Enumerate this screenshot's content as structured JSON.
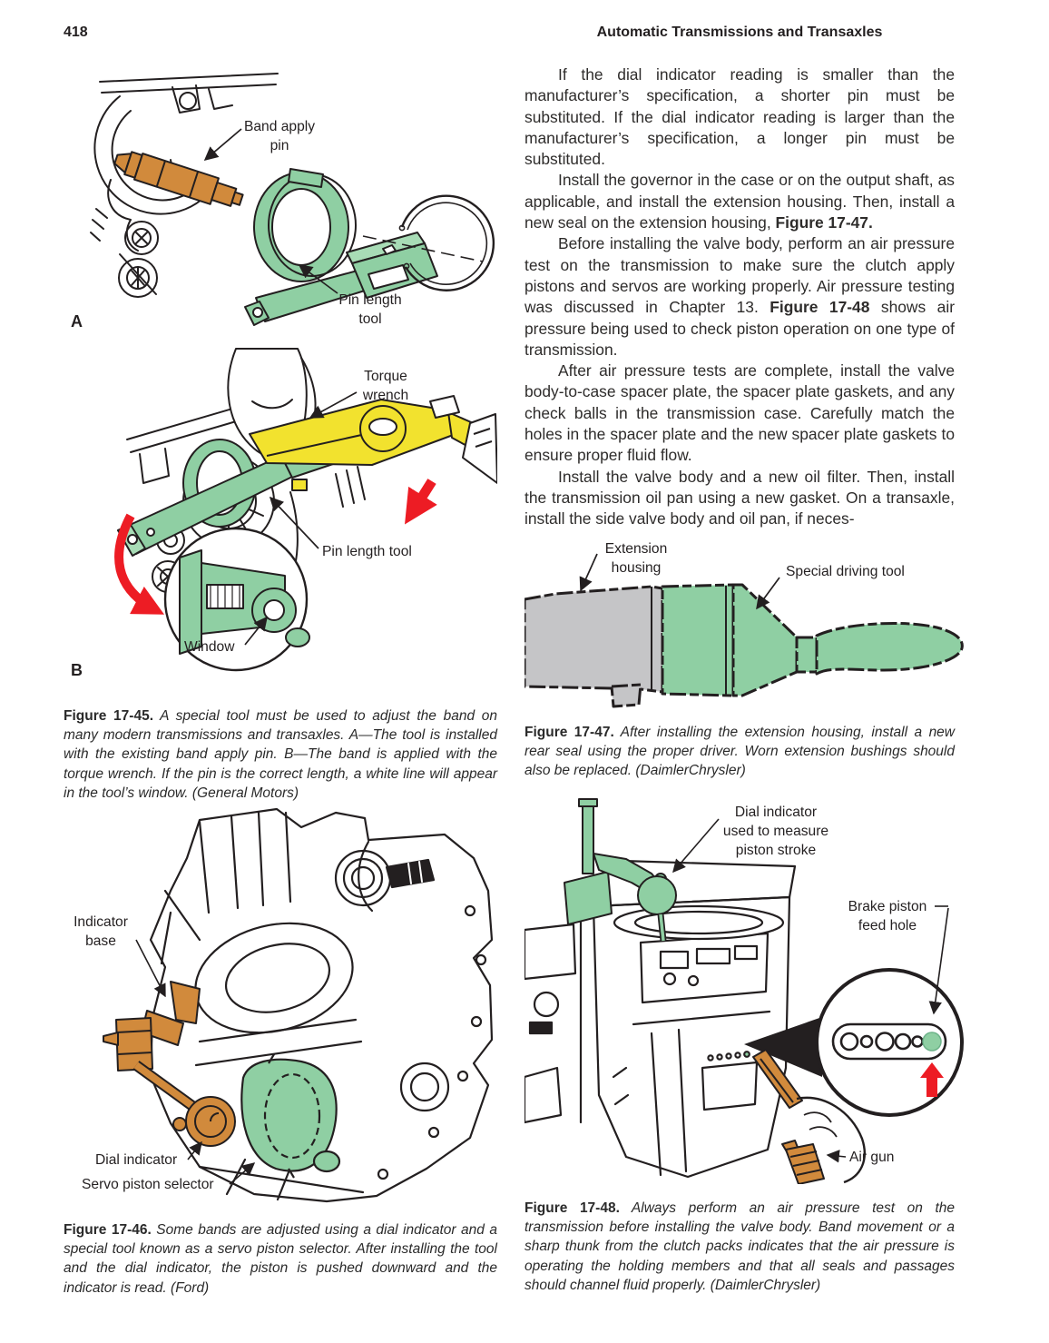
{
  "header": {
    "page_number": "418",
    "running_title": "Automatic Transmissions and Transaxles"
  },
  "body": {
    "paragraphs": [
      {
        "segments": [
          {
            "t": "If the dial indicator reading is smaller than the manufacturer’s specification, a shorter pin must be substituted. If the dial indicator reading is larger than the manufacturer’s specification, a longer pin must be substituted.",
            "b": false
          }
        ]
      },
      {
        "segments": [
          {
            "t": "Install the governor in the case or on the output shaft, as applicable, and install the extension housing. Then, install a new seal on the extension housing, ",
            "b": false
          },
          {
            "t": "Figure 17-47.",
            "b": true
          }
        ]
      },
      {
        "segments": [
          {
            "t": "Before installing the valve body, perform an air pressure test on the transmission to make sure the clutch apply pistons and servos are working properly. Air pressure testing was discussed in Chapter 13. ",
            "b": false
          },
          {
            "t": "Figure 17-48",
            "b": true
          },
          {
            "t": " shows air pressure being used to check piston operation on one type of transmission.",
            "b": false
          }
        ]
      },
      {
        "segments": [
          {
            "t": "After air pressure tests are complete, install the valve body-to-case spacer plate, the spacer plate gaskets, and any check balls in the transmission case. Carefully match the holes in the spacer plate and the new spacer plate gaskets to ensure proper fluid flow.",
            "b": false
          }
        ]
      },
      {
        "segments": [
          {
            "t": "Install the valve body and a new oil filter. Then, install the transmission oil pan using a new gasket. On a transaxle, install the side valve body and oil pan, if neces-",
            "b": false
          }
        ]
      }
    ]
  },
  "figures": {
    "fig45a": {
      "labels": {
        "band_apply_pin": "Band apply\npin",
        "pin_length_tool": "Pin length\ntool",
        "letter": "A"
      }
    },
    "fig45b": {
      "labels": {
        "torque_wrench": "Torque\nwrench",
        "pin_length_tool": "Pin length tool",
        "window": "Window",
        "letter": "B"
      }
    },
    "fig46": {
      "labels": {
        "indicator_base": "Indicator\nbase",
        "dial_indicator": "Dial indicator",
        "servo_piston_selector": "Servo piston selector"
      }
    },
    "fig47": {
      "labels": {
        "extension_housing": "Extension\nhousing",
        "special_driving_tool": "Special driving tool"
      }
    },
    "fig48": {
      "labels": {
        "dial_indicator": "Dial indicator\nused to measure\npiston stroke",
        "brake_piston_feed_hole": "Brake piston\nfeed hole",
        "air_gun": "Air gun"
      }
    }
  },
  "captions": {
    "fig45": {
      "label": "Figure 17-45.",
      "text": "A special tool must be used to adjust the band on many modern transmissions and transaxles. A—The tool is installed with the existing band apply pin. B—The band is applied with the torque wrench. If the pin is the correct length, a white line will appear in the tool’s window. (General Motors)"
    },
    "fig46": {
      "label": "Figure 17-46.",
      "text": "Some bands are adjusted using a dial indicator and a special tool known as a servo piston selector. After installing the tool and the dial indicator, the piston is pushed downward and the indicator is read. (Ford)"
    },
    "fig47": {
      "label": "Figure 17-47.",
      "text": "After installing the extension housing, install a new rear seal using the proper driver. Worn extension bushings should also be replaced. (DaimlerChrysler)"
    },
    "fig48": {
      "label": "Figure 17-48.",
      "text": "Always perform an air pressure test on the transmission before installing the valve body. Band movement or a sharp thunk from the clutch packs indicates that the air pressure is operating the holding members and that all seals and passages should channel fluid properly. (DaimlerChrysler)"
    }
  },
  "colors": {
    "tool_green": "#8fcfa3",
    "pin_orange": "#d18a3c",
    "wrench_yellow": "#f2e22e",
    "housing_gray": "#c5c5c7",
    "arrow_red": "#ed1c24",
    "line_black": "#231f20"
  }
}
